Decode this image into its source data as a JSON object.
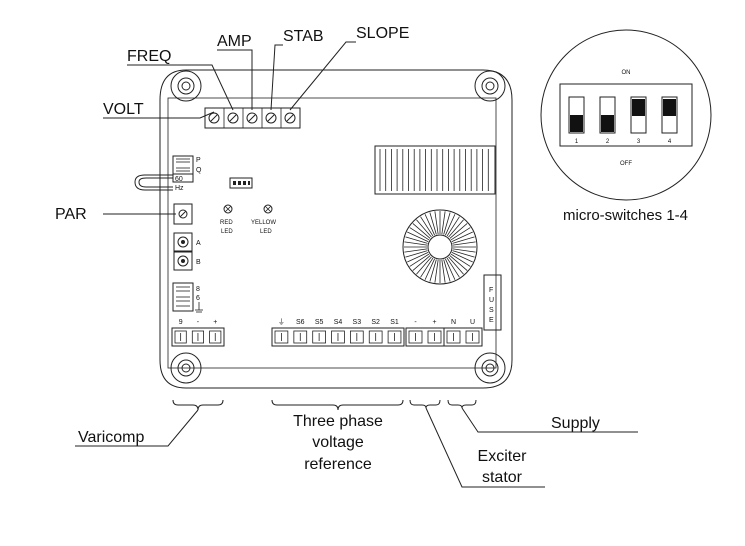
{
  "callouts": {
    "freq": "FREQ",
    "amp": "AMP",
    "stab": "STAB",
    "slope": "SLOPE",
    "volt": "VOLT",
    "par": "PAR"
  },
  "board": {
    "jumper_p": "P",
    "jumper_q": "Q",
    "freq_60": "60",
    "freq_hz": "Hz",
    "terminal_a": "A",
    "terminal_b": "B",
    "conn_8": "8",
    "conn_6": "6",
    "led_red_1": "RED",
    "led_red_2": "LED",
    "led_yellow_1": "YELLOW",
    "led_yellow_2": "LED",
    "fuse": "FUSE",
    "varicomp_terms": [
      "9",
      "-",
      "+"
    ],
    "voltage_terms": [
      "⏚",
      "S6",
      "S5",
      "S4",
      "S3",
      "S2",
      "S1"
    ],
    "exciter_terms": [
      "-",
      "+"
    ],
    "supply_terms": [
      "N",
      "U"
    ]
  },
  "switches": {
    "on_label": "ON",
    "off_label": "OFF",
    "numbers": [
      "1",
      "2",
      "3",
      "4"
    ],
    "states": [
      "off",
      "off",
      "on",
      "on"
    ],
    "caption": "micro-switches 1-4"
  },
  "bottom_labels": {
    "varicomp": "Varicomp",
    "three_phase": [
      "Three phase",
      "voltage",
      "reference"
    ],
    "exciter": [
      "Exciter",
      "stator"
    ],
    "supply": "Supply"
  }
}
